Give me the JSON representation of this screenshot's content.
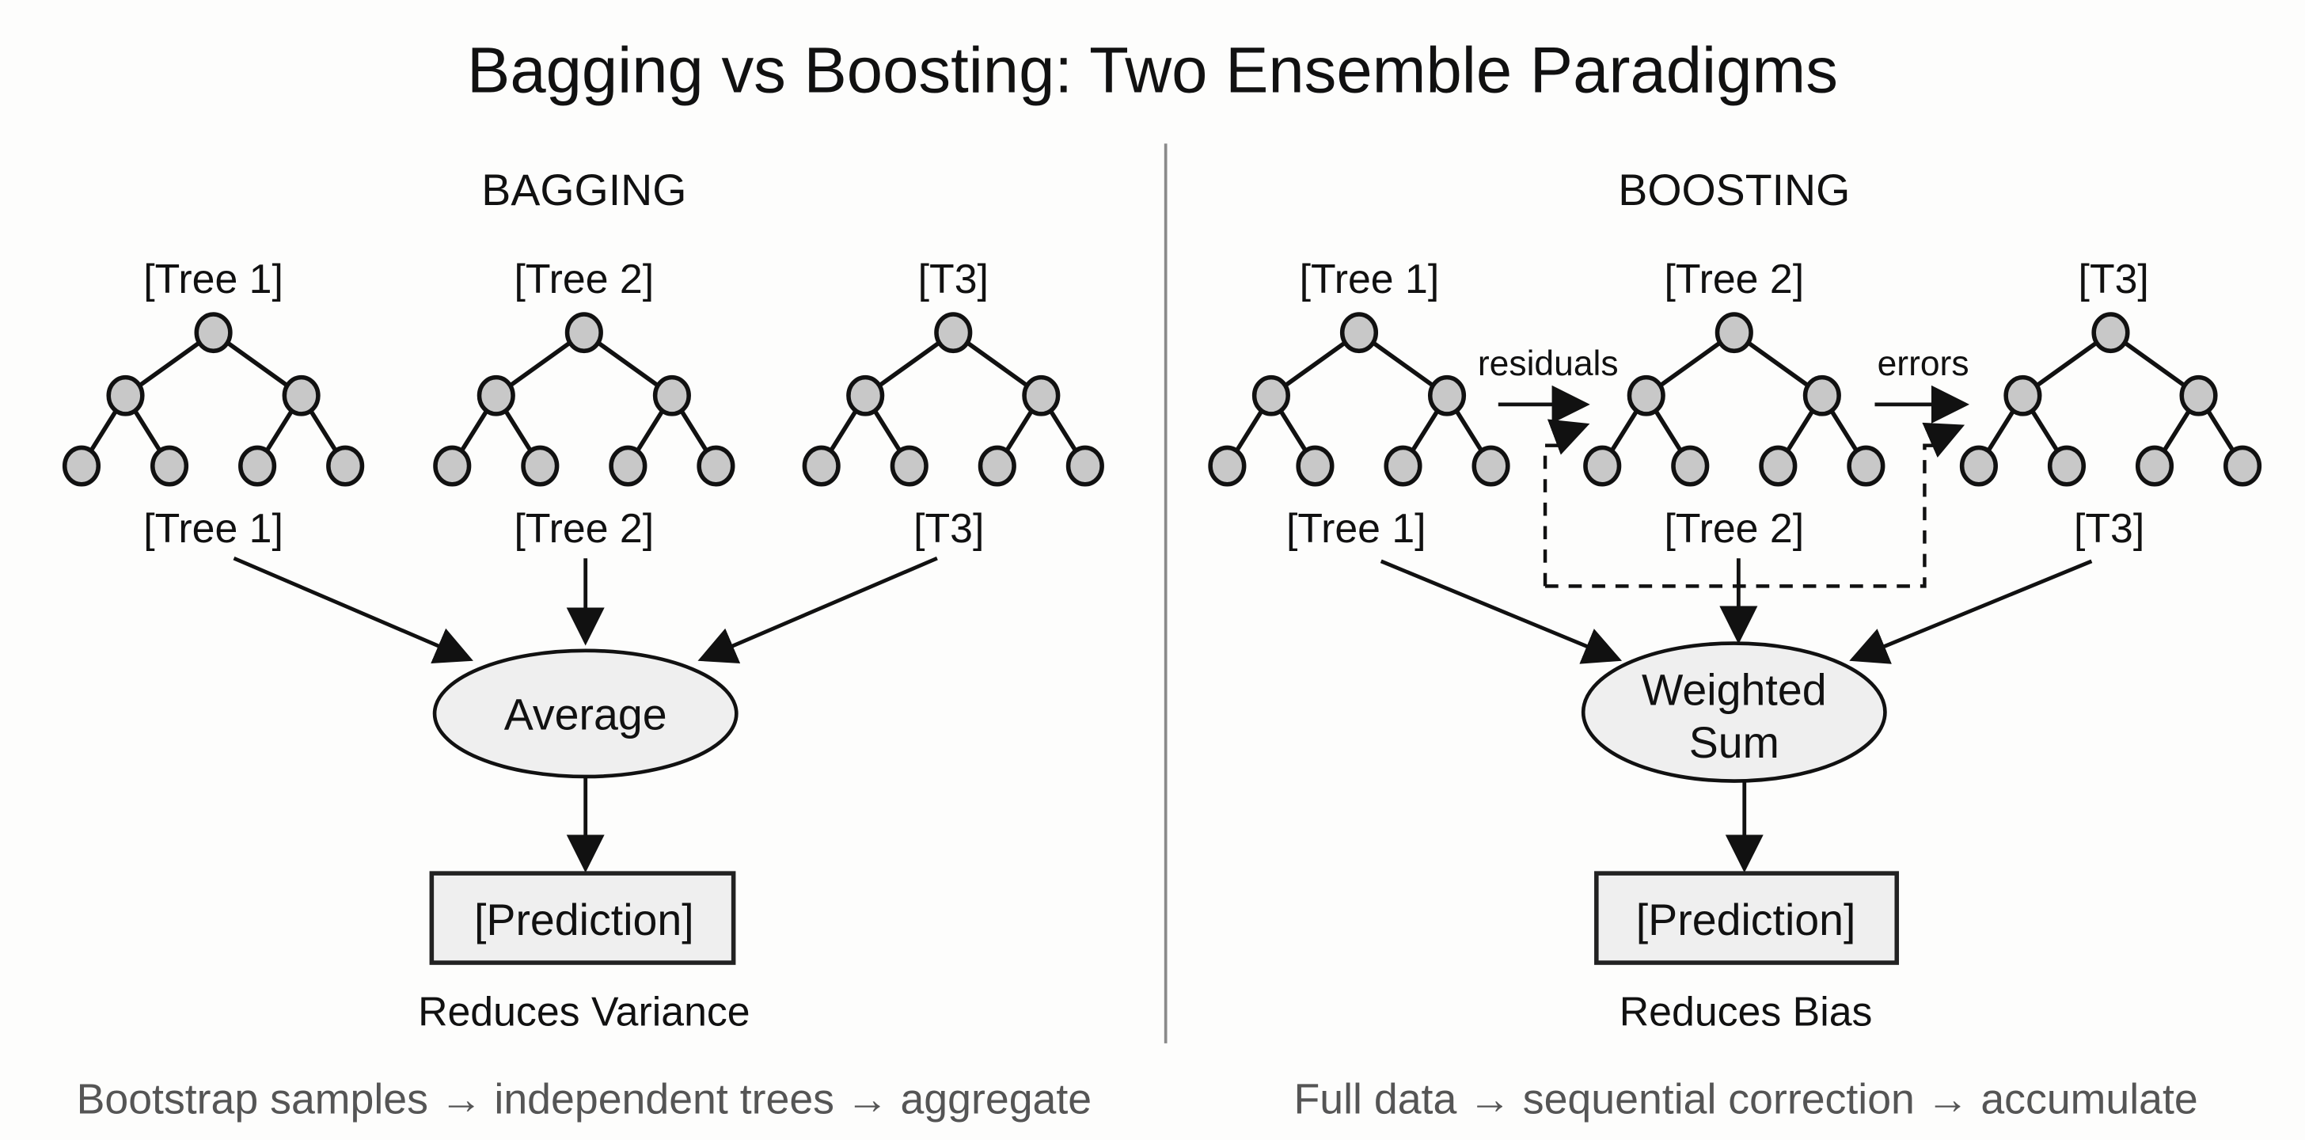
{
  "title": "Bagging vs Boosting: Two Ensemble Paradigms",
  "bagging": {
    "heading": "BAGGING",
    "trees_top": [
      "[Tree 1]",
      "[Tree 2]",
      "[T3]"
    ],
    "trees_bottom": [
      "[Tree 1]",
      "[Tree 2]",
      "[T3]"
    ],
    "aggregator": "Average",
    "output": "[Prediction]",
    "effect": "Reduces Variance",
    "summary": "Bootstrap samples → independent trees → aggregate"
  },
  "boosting": {
    "heading": "BOOSTING",
    "trees_top": [
      "[Tree 1]",
      "[Tree 2]",
      "[T3]"
    ],
    "trees_bottom": [
      "[Tree 1]",
      "[Tree 2]",
      "[T3]"
    ],
    "link_labels": [
      "residuals",
      "errors"
    ],
    "aggregator_line1": "Weighted",
    "aggregator_line2": "Sum",
    "output": "[Prediction]",
    "effect": "Reduces Bias",
    "summary": "Full data → sequential correction → accumulate"
  },
  "colors": {
    "node_fill": "#c8c8c8",
    "shape_fill": "#efefef",
    "ink": "#111111",
    "divider": "#8a8a8a",
    "footer_text": "#555555"
  }
}
